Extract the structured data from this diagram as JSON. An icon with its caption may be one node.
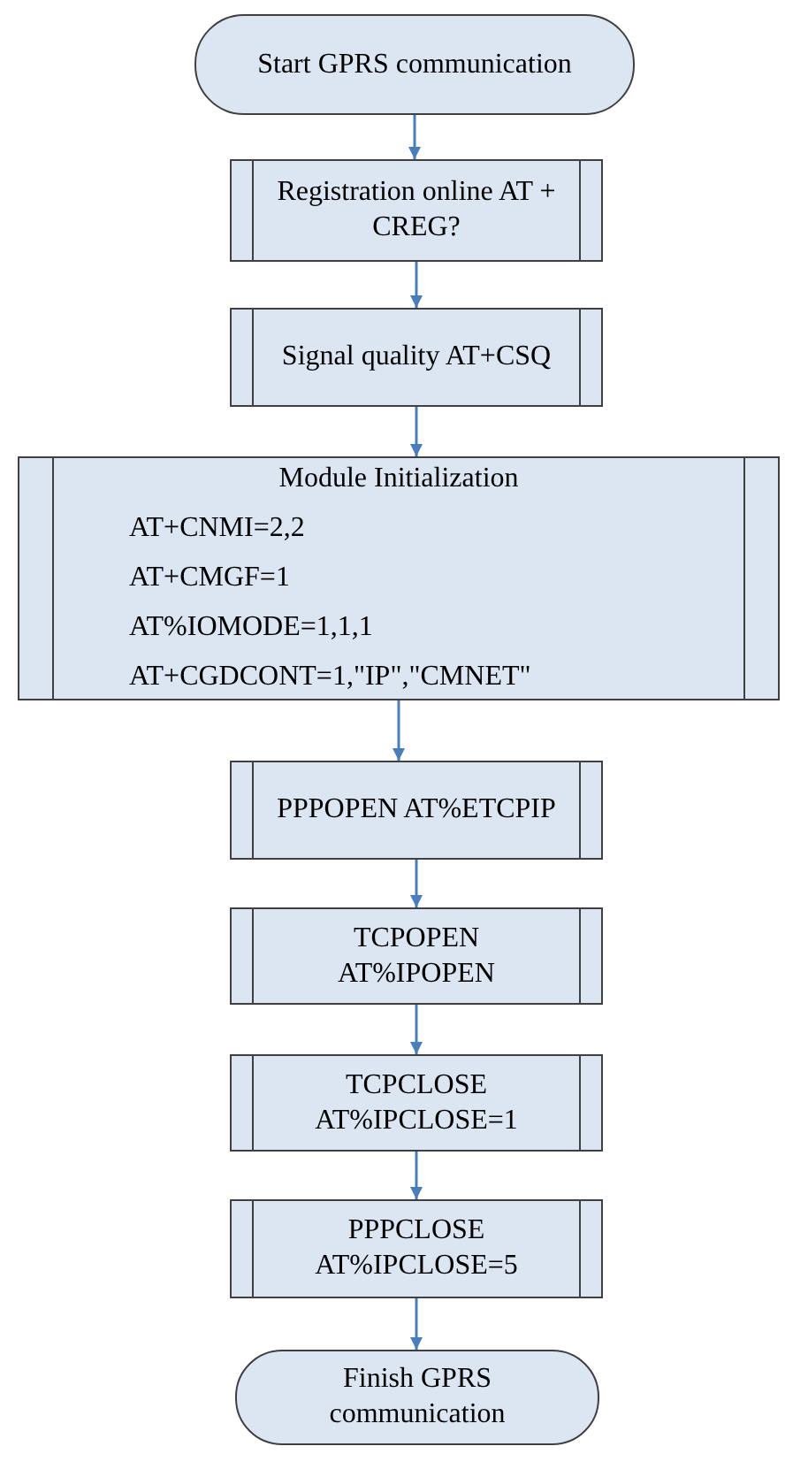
{
  "diagram": {
    "nodes": [
      {
        "text": [
          "Start GPRS communication"
        ]
      },
      {
        "text": [
          "Registration online AT + CREG?"
        ]
      },
      {
        "text": [
          "Signal quality AT+CSQ"
        ]
      },
      {
        "text": [
          "Module Initialization",
          "AT+CNMI=2,2",
          "AT+CMGF=1",
          "AT%IOMODE=1,1,1",
          "AT+CGDCONT=1,\"IP\",\"CMNET\""
        ]
      },
      {
        "text": [
          "PPPOPEN AT%ETCPIP"
        ]
      },
      {
        "text": [
          "TCPOPEN AT%IPOPEN"
        ]
      },
      {
        "text": [
          "TCPCLOSE AT%IPCLOSE=1"
        ]
      },
      {
        "text": [
          "PPPCLOSE AT%IPCLOSE=5"
        ]
      },
      {
        "text": [
          "Finish GPRS communication"
        ]
      }
    ],
    "edges": [
      {
        "from": 0,
        "to": 1,
        "arrow": "to"
      },
      {
        "from": 1,
        "to": 2,
        "arrow": "to"
      },
      {
        "from": 2,
        "to": 3,
        "arrow": "to"
      },
      {
        "from": 3,
        "to": 4,
        "arrow": "to"
      },
      {
        "from": 4,
        "to": 5,
        "arrow": "to"
      },
      {
        "from": 5,
        "to": 6,
        "arrow": "to"
      },
      {
        "from": 6,
        "to": 7,
        "arrow": "to"
      },
      {
        "from": 7,
        "to": 8,
        "arrow": "to"
      }
    ]
  }
}
